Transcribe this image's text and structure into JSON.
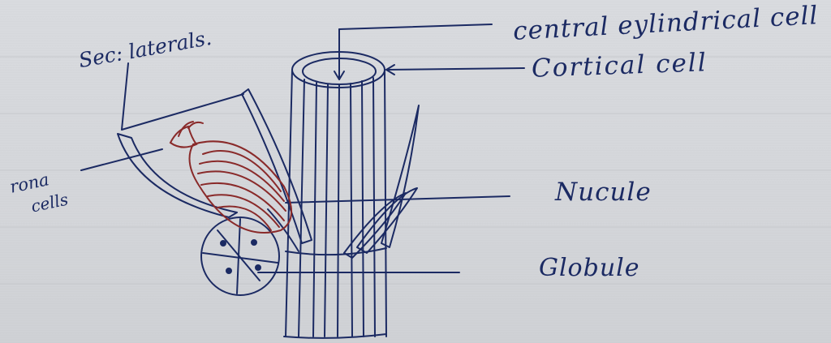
{
  "labels": {
    "central": "central eylindrical cell",
    "cortical": "Cortical cell",
    "nucule": "Nucule",
    "globule": "Globule",
    "sec_laterals": "Sec: laterals.",
    "corona_line1": "rona",
    "corona_line2": "cells"
  },
  "colors": {
    "ink": "#1b2a63",
    "oogonium": "#8a2a2a",
    "paper": "#d7d9dc"
  }
}
